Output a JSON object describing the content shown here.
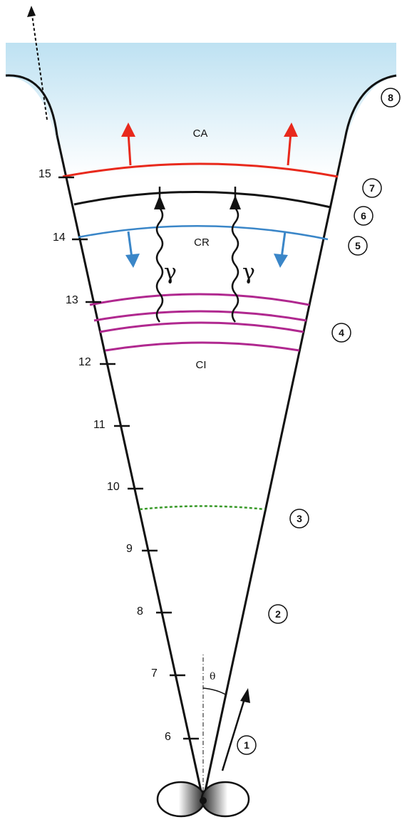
{
  "regions": {
    "ca": "CA",
    "cr": "CR",
    "ci": "CI"
  },
  "symbols": {
    "gamma": "γ",
    "theta": "θ"
  },
  "axis_ticks": [
    "6",
    "7",
    "8",
    "9",
    "10",
    "11",
    "12",
    "13",
    "14",
    "15"
  ],
  "markers": [
    "1",
    "2",
    "3",
    "4",
    "5",
    "6",
    "7",
    "8"
  ],
  "colors": {
    "reverse_shock": "#3a86c8",
    "forward_shock": "#e8291c",
    "internal_shells": "#b0288f",
    "photosphere": "#3a9a2a",
    "ambient_top": "#a9d8ee"
  }
}
